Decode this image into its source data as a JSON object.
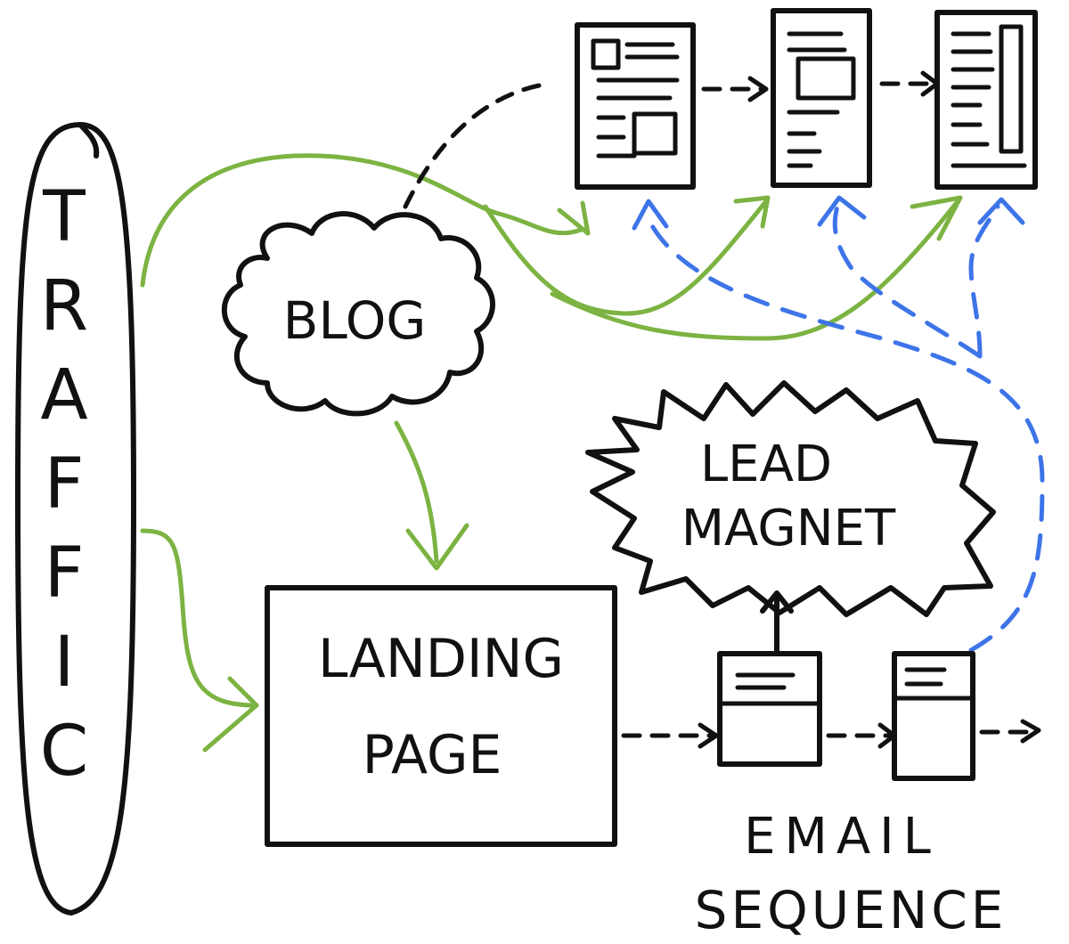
{
  "nodes": {
    "traffic": {
      "label": "TRAFFIC"
    },
    "blog": {
      "label": "BLOG"
    },
    "landing_page": {
      "line1": "LANDING",
      "line2": "PAGE"
    },
    "lead_magnet": {
      "line1": "LEAD",
      "line2": "MAGNET"
    },
    "email_sequence": {
      "line1": "EMAIL",
      "line2": "SEQUENCE"
    }
  },
  "colors": {
    "ink": "#111111",
    "traffic_arrows": "#7cb342",
    "return_arrows": "#3d74e8",
    "background": "#ffffff"
  }
}
